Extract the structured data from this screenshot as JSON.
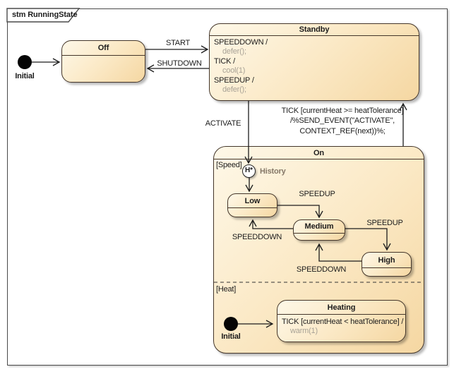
{
  "frame": {
    "title": "stm RunningState"
  },
  "colors": {
    "state_fill_light": "#FEF8E8",
    "state_fill_dark": "#F5D7A2",
    "state_border": "#44362A",
    "action_text_gray": "#A8A296",
    "line_black": "#1C1C1C",
    "history_label": "#857868"
  },
  "states": {
    "off": {
      "title": "Off"
    },
    "standby": {
      "title": "Standby",
      "events": [
        {
          "trigger": "SPEEDDOWN /",
          "action": "defer();"
        },
        {
          "trigger": "TICK /",
          "action": "cool(1)"
        },
        {
          "trigger": "SPEEDUP /",
          "action": "defer();"
        }
      ]
    },
    "on": {
      "title": "On",
      "regions": {
        "speed": {
          "label": "[Speed]"
        },
        "heat": {
          "label": "[Heat]"
        }
      }
    },
    "low": {
      "title": "Low"
    },
    "medium": {
      "title": "Medium"
    },
    "high": {
      "title": "High"
    },
    "heating": {
      "title": "Heating",
      "events": [
        {
          "trigger": "TICK [currentHeat < heatTolerance] /",
          "action": "warm(1)"
        }
      ]
    }
  },
  "pseudostates": {
    "initial_main": {
      "label": "Initial"
    },
    "initial_heat": {
      "label": "Initial"
    },
    "history": {
      "label": "History",
      "symbol": "H*"
    }
  },
  "transitions": {
    "start": {
      "label": "START"
    },
    "shutdown": {
      "label": "SHUTDOWN"
    },
    "activate": {
      "label": "ACTIVATE"
    },
    "tick_on_standby": {
      "label": "TICK [currentHeat >= heatTolerance]\n/%SEND_EVENT(\"ACTIVATE\",\nCONTEXT_REF(next))%;"
    },
    "speedup_low_medium": {
      "label": "SPEEDUP"
    },
    "speedup_medium_high": {
      "label": "SPEEDUP"
    },
    "speeddown_medium_low": {
      "label": "SPEEDDOWN"
    },
    "speeddown_high_medium": {
      "label": "SPEEDDOWN"
    }
  }
}
